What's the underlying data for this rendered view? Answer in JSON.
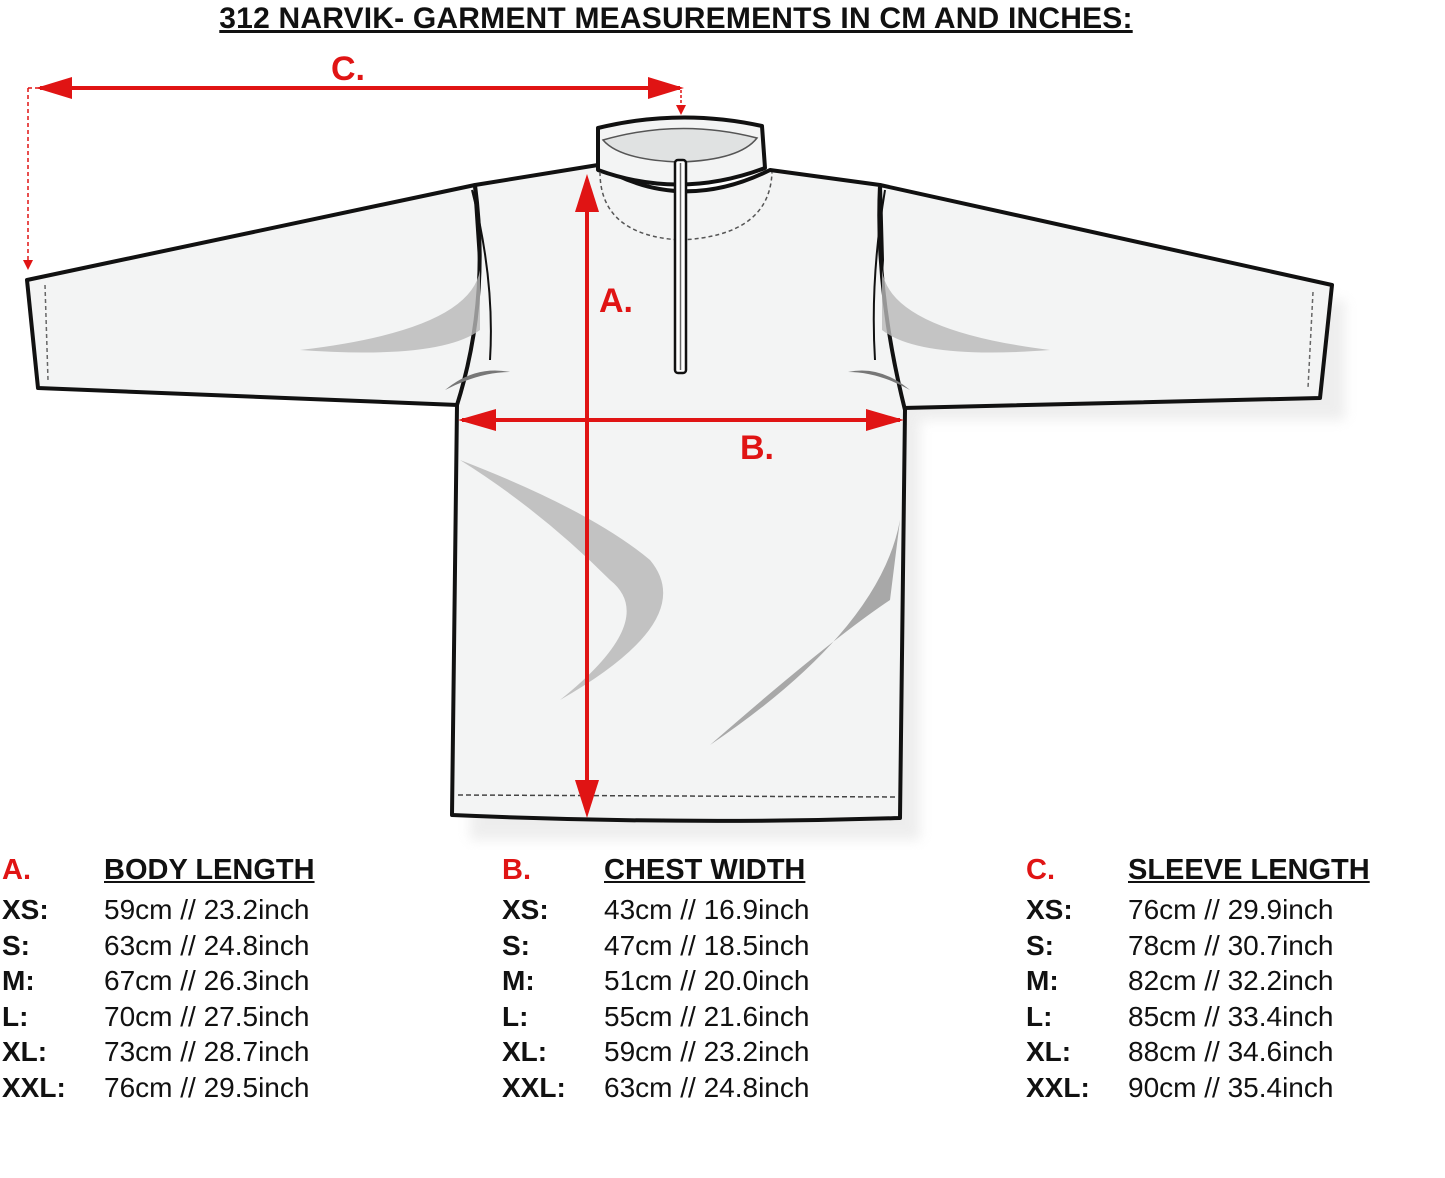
{
  "title": "312 NARVIK- GARMENT MEASUREMENTS IN CM AND INCHES:",
  "diagram": {
    "labels": {
      "a": "A.",
      "b": "B.",
      "c": "C."
    },
    "colors": {
      "arrow": "#e01414",
      "outline": "#111111",
      "body": "#f3f4f4",
      "shade": "#b8b8b8"
    }
  },
  "tables": [
    {
      "letter": "A.",
      "heading": "BODY LENGTH",
      "rows": [
        {
          "size": "XS:",
          "value": "59cm // 23.2inch"
        },
        {
          "size": "S:",
          "value": "63cm // 24.8inch"
        },
        {
          "size": "M:",
          "value": "67cm // 26.3inch"
        },
        {
          "size": "L:",
          "value": "70cm // 27.5inch"
        },
        {
          "size": "XL:",
          "value": "73cm // 28.7inch"
        },
        {
          "size": "XXL:",
          "value": "76cm // 29.5inch"
        }
      ]
    },
    {
      "letter": "B.",
      "heading": "CHEST WIDTH",
      "rows": [
        {
          "size": "XS:",
          "value": "43cm // 16.9inch"
        },
        {
          "size": "S:",
          "value": "47cm // 18.5inch"
        },
        {
          "size": "M:",
          "value": "51cm // 20.0inch"
        },
        {
          "size": "L:",
          "value": "55cm // 21.6inch"
        },
        {
          "size": "XL:",
          "value": "59cm // 23.2inch"
        },
        {
          "size": "XXL:",
          "value": "63cm // 24.8inch"
        }
      ]
    },
    {
      "letter": "C.",
      "heading": "SLEEVE LENGTH",
      "rows": [
        {
          "size": "XS:",
          "value": "76cm // 29.9inch"
        },
        {
          "size": "S:",
          "value": "78cm // 30.7inch"
        },
        {
          "size": "M:",
          "value": "82cm // 32.2inch"
        },
        {
          "size": "L:",
          "value": "85cm // 33.4inch"
        },
        {
          "size": "XL:",
          "value": "88cm // 34.6inch"
        },
        {
          "size": "XXL:",
          "value": "90cm // 35.4inch"
        }
      ]
    }
  ]
}
